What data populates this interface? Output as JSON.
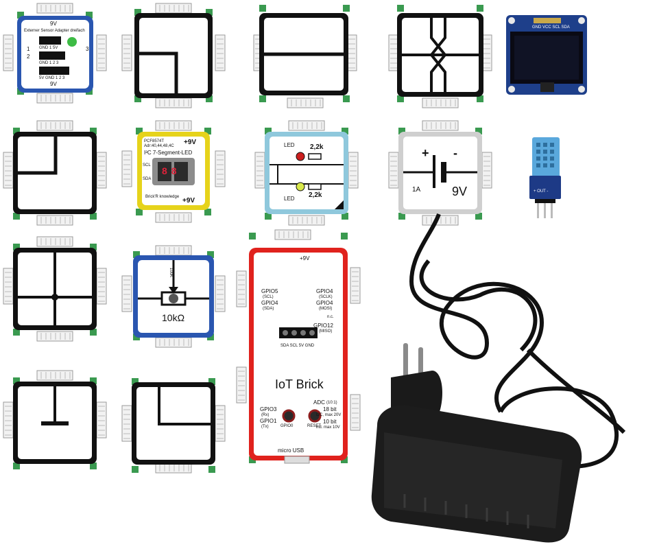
{
  "sensor_adapter": {
    "top_voltage": "9V",
    "title": "Externer Sensor Adapter dreifach",
    "port_1": "1",
    "port_2": "2",
    "port_3": "3",
    "row1_pins": "GND  1   5V",
    "row2_pins": "GND  1   2   3",
    "row3_pins": "5V  GND  1   2   3",
    "bottom_voltage": "9V"
  },
  "segment_led": {
    "chip": "PCF8574T",
    "address": "Adr:40,44,48,4C",
    "voltage_top": "+9V",
    "name": "I²C 7-Segment-LED",
    "scl": "SCL",
    "sda": "SDA",
    "digits": "88",
    "voltage_bottom": "+9V",
    "logo": "Brick'R knowledge"
  },
  "led_brick": {
    "led_top": "LED",
    "resistor_top": "2,2k",
    "led_bottom": "LED",
    "resistor_bottom": "2,2k"
  },
  "battery_brick": {
    "plus": "+",
    "minus": "-",
    "current": "1A",
    "voltage": "9V"
  },
  "pot_brick": {
    "value": "10kΩ",
    "code": "100K"
  },
  "iot": {
    "voltage": "+9V",
    "gpio5": "GPIO5",
    "gpio5_sub": "(SCL)",
    "gpio4_left": "GPIO4",
    "gpio4_left_sub": "(SDA)",
    "gpio4_r1": "GPIO4",
    "gpio4_r1_sub": "(SCLK)",
    "gpio4_r2": "GPIO4",
    "gpio4_r2_sub": "(MOSI)",
    "nc": "n.c.",
    "gpio12": "GPIO12",
    "gpio12_sub": "(MISO)",
    "header_labels": "SDA SCL 5V GND",
    "title": "IoT Brick",
    "gpio3": "GPIO3",
    "gpio3_sub": "(Rx)",
    "gpio1": "GPIO1",
    "gpio1_sub": "(Tx)",
    "btn_gpio0": "GPIO0",
    "btn_reset": "RESET",
    "adc": "ADC",
    "adc_sub": "(10:1)",
    "bit18": "18 bit",
    "bit18_sub": "I2C, max 20V",
    "bit10": "10 bit",
    "bit10_sub": "intl. max 10V",
    "usb": "micro USB"
  },
  "oled": {
    "pins": "GND VCC SCL SDA"
  },
  "dht": {
    "pins": "+ OUT -"
  }
}
